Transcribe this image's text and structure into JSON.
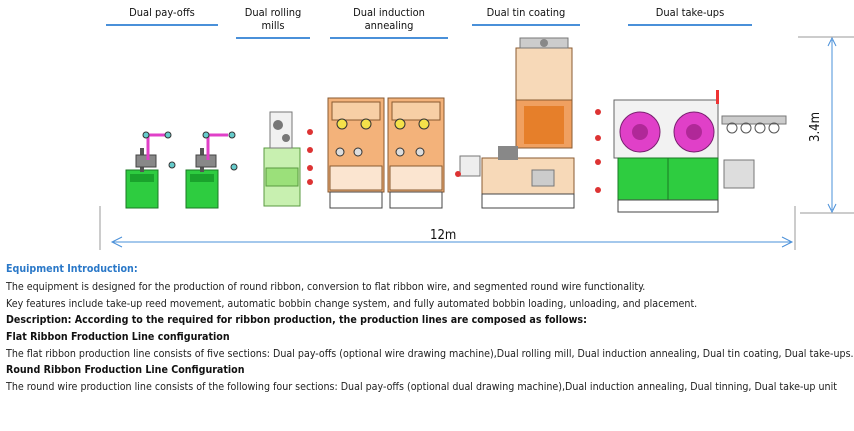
{
  "sections": [
    {
      "label": "Dual pay-offs"
    },
    {
      "label": "Dual rolling mills"
    },
    {
      "label": "Dual induction annealing"
    },
    {
      "label": "Dual tin coating"
    },
    {
      "label": "Dual take-ups"
    }
  ],
  "dimensions": {
    "height": "3.4m",
    "length": "12m"
  },
  "colors": {
    "accent": "#4a90d9",
    "intro_title": "#2a78c8",
    "machine_green": "#2ecc40",
    "machine_orange": "#f3b27a",
    "machine_pink": "#e040c8"
  },
  "text": {
    "intro_title": "Equipment Introduction:",
    "line1": "The equipment is designed for the production of round ribbon, conversion to flat ribbon wire, and segmented round wire functionality.",
    "line2": "Key features include take-up reed movement, automatic bobbin change system, and fully automated bobbin loading, unloading, and placement.",
    "description": "Description: According to the required for ribbon production, the production lines are composed as follows:",
    "flat_title": "Flat Ribbon Froduction Line configuration",
    "flat_text": "The flat ribbon production line consists of five sections: Dual pay-offs (optional wire drawing machine),Dual rolling mill, Dual induction annealing, Dual tin coating, Dual take-ups.",
    "round_title": "Round Ribbon Froduction Line Configuration",
    "round_text": "The round wire production line consists of the following four sections: Dual pay-offs (optional dual drawing machine),Dual induction annealing, Dual tinning, Dual take-up unit"
  }
}
